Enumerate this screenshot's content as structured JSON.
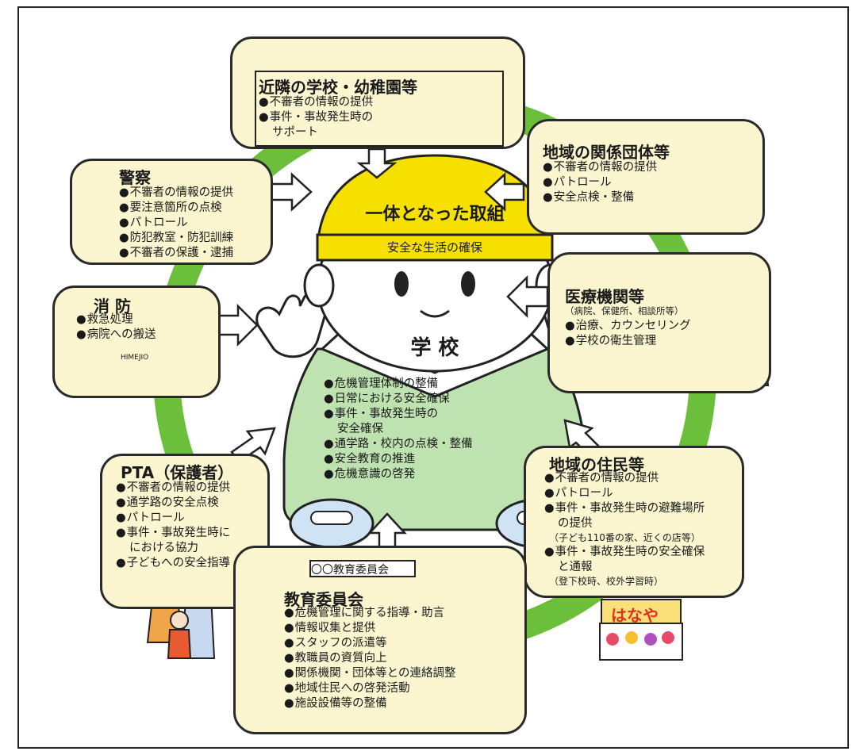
{
  "center": {
    "helmet_main": "一体となった取組",
    "helmet_sub": "安全な生活の確保",
    "school_label": "学 校",
    "items": [
      "危機管理体制の整備",
      "日常における安全確保",
      "事件・事故発生時の",
      "安全確保",
      "通学路・校内の点検・整備",
      "安全教育の推進",
      "危機意識の啓発"
    ]
  },
  "neighbor_school": {
    "title": "近隣の学校・幼稚園等",
    "items": [
      "不審者の情報の提供",
      "事件・事故発生時の",
      "サポート"
    ]
  },
  "community_groups": {
    "title": "地域の関係団体等",
    "items": [
      "不審者の情報の提供",
      "パトロール",
      "安全点検・整備"
    ]
  },
  "police": {
    "title": "警察",
    "items": [
      "不審者の情報の提供",
      "要注意箇所の点検",
      "パトロール",
      "防犯教室・防犯訓練",
      "不審者の保護・逮捕"
    ]
  },
  "fire": {
    "title": "消 防",
    "items": [
      "救急処理",
      "病院への搬送"
    ],
    "ambulance_text": "HIMEJIO"
  },
  "medical": {
    "title": "医療機関等",
    "subtitle": "（病院、保健所、相談所等）",
    "items": [
      "治療、カウンセリング",
      "学校の衛生管理"
    ]
  },
  "pta": {
    "title": "PTA（保護者）",
    "items": [
      "不審者の情報の提供",
      "通学路の安全点検",
      "パトロール",
      "事件・事故発生時に",
      "における協力",
      "子どもへの安全指導"
    ]
  },
  "residents": {
    "title": "地域の住民等",
    "items": [
      "不審者の情報の提供",
      "パトロール",
      "事件・事故発生時の避難場所",
      "の提供",
      "（子ども110番の家、近くの店等）",
      "事件・事故発生時の安全確保",
      "と通報",
      "（登下校時、校外学習時）"
    ],
    "shop_sign": "はなや"
  },
  "board": {
    "sign": "〇〇教育委員会",
    "title": "教育委員会",
    "items": [
      "危機管理に関する指導・助言",
      "情報収集と提供",
      "スタッフの派遣等",
      "教職員の資質向上",
      "関係機関・団体等との連絡調整",
      "地域住民への啓発活動",
      "施設設備等の整備"
    ]
  },
  "colors": {
    "ring": "#6cbf3a",
    "box_fill": "#fbf6cf",
    "helmet": "#f5e000",
    "body": "#bfe3b0",
    "shoe": "#cfe3f5",
    "arrow": "#ffffff"
  }
}
